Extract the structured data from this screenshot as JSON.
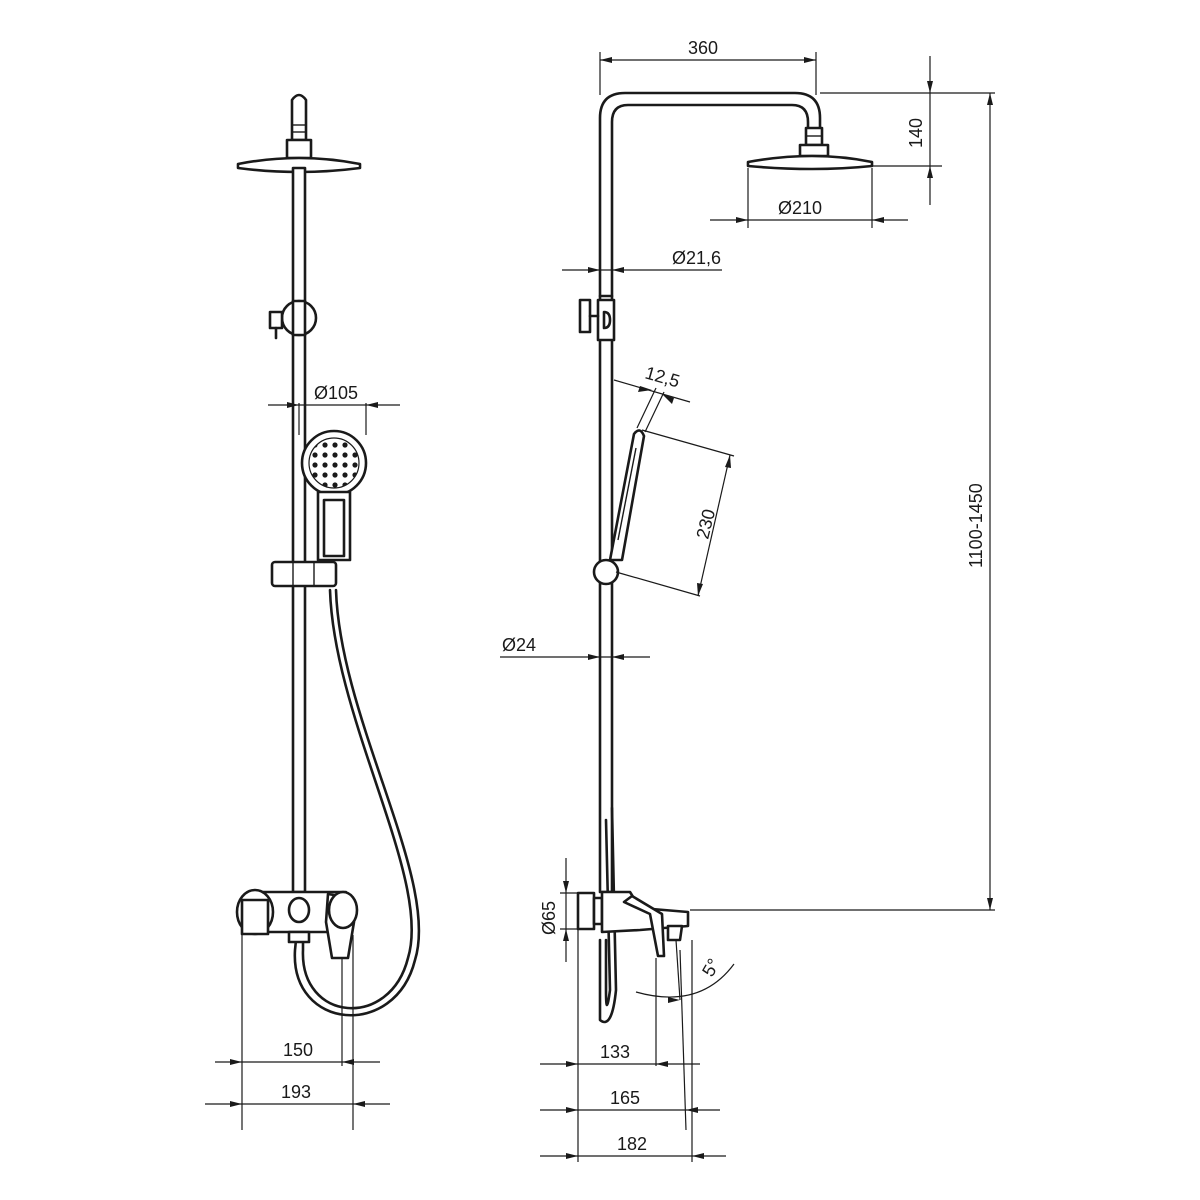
{
  "dimensions": {
    "front_view": {
      "handshower_diameter": "Ø105",
      "inner_span": "150",
      "outer_span": "193"
    },
    "side_view": {
      "arm_length": "360",
      "head_drop": "140",
      "head_diameter": "Ø210",
      "upper_tube_diameter": "Ø21,6",
      "handle_width": "12,5",
      "handshower_length": "230",
      "lower_tube_diameter": "Ø24",
      "height_range": "1100-1450",
      "mixer_diameter": "Ø65",
      "spout_angle": "5°",
      "depth_133": "133",
      "depth_165": "165",
      "depth_182": "182"
    }
  }
}
